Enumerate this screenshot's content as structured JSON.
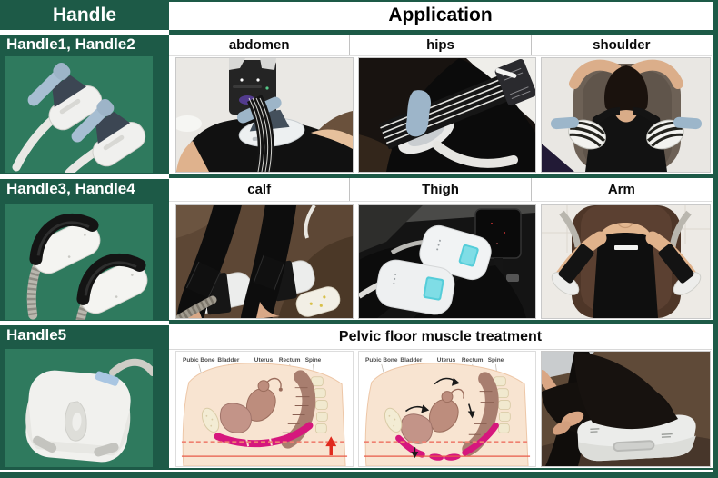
{
  "handle_column": {
    "header": "Handle",
    "rows": [
      {
        "label": "Handle1, Handle2"
      },
      {
        "label": "Handle3, Handle4"
      },
      {
        "label": "Handle5"
      }
    ]
  },
  "application_column": {
    "header": "Application",
    "row1_labels": [
      "abdomen",
      "hips",
      "shoulder"
    ],
    "row2_labels": [
      "calf",
      "Thigh",
      "Arm"
    ],
    "row3_label": "Pelvic floor muscle treatment"
  },
  "pelvic_diagram": {
    "labels": [
      "Pubic Bone",
      "Bladder",
      "Uterus",
      "Rectum",
      "Spine"
    ]
  },
  "colors": {
    "dark_green": "#1d5a47",
    "cell_green": "#2f7a5e",
    "pelvic_muscle_magenta": "#d6177d",
    "reference_line_red": "#e85a49",
    "label_text_black": "#111111",
    "header_text_white": "#ffffff"
  }
}
